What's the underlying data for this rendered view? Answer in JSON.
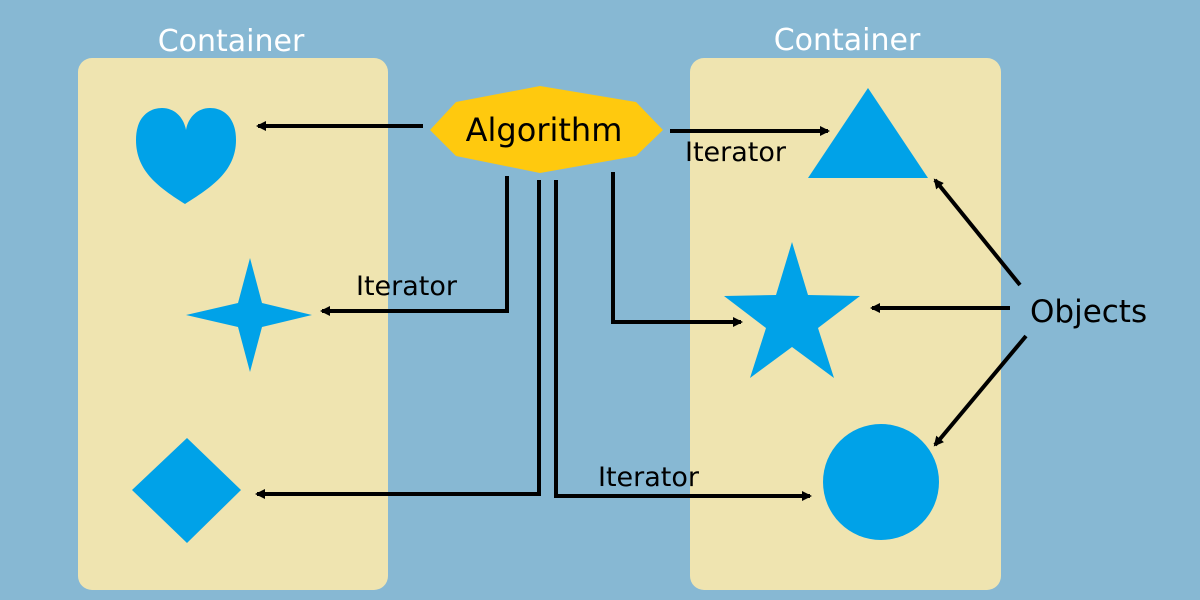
{
  "containers": [
    {
      "title": "Container"
    },
    {
      "title": "Container"
    }
  ],
  "algorithm": {
    "label": "Algorithm"
  },
  "iterator_labels": [
    "Iterator",
    "Iterator",
    "Iterator"
  ],
  "objects": {
    "label": "Objects"
  },
  "colors": {
    "background": "#87b8d3",
    "container_fill": "#efe4b0",
    "shape_fill": "#00a2e8",
    "algorithm_fill": "#ffc90e",
    "arrow": "#000000",
    "title_text": "#ffffff"
  },
  "shapes": {
    "left_container": [
      "heart",
      "four-point-star",
      "diamond"
    ],
    "right_container": [
      "triangle",
      "five-point-star",
      "circle"
    ]
  }
}
